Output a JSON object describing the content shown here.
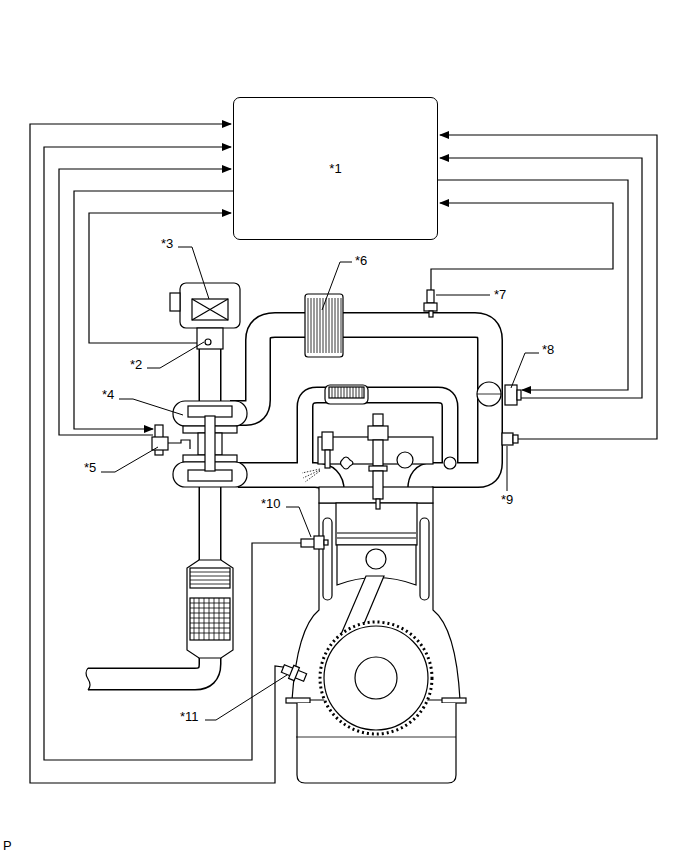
{
  "diagram": {
    "nodes": [
      {
        "text": [
          "*1"
        ]
      }
    ],
    "labels": [
      "*3",
      "*6",
      "*7",
      "*2",
      "*8",
      "*4",
      "*5",
      "*9",
      "*10",
      "*11",
      "P"
    ]
  }
}
